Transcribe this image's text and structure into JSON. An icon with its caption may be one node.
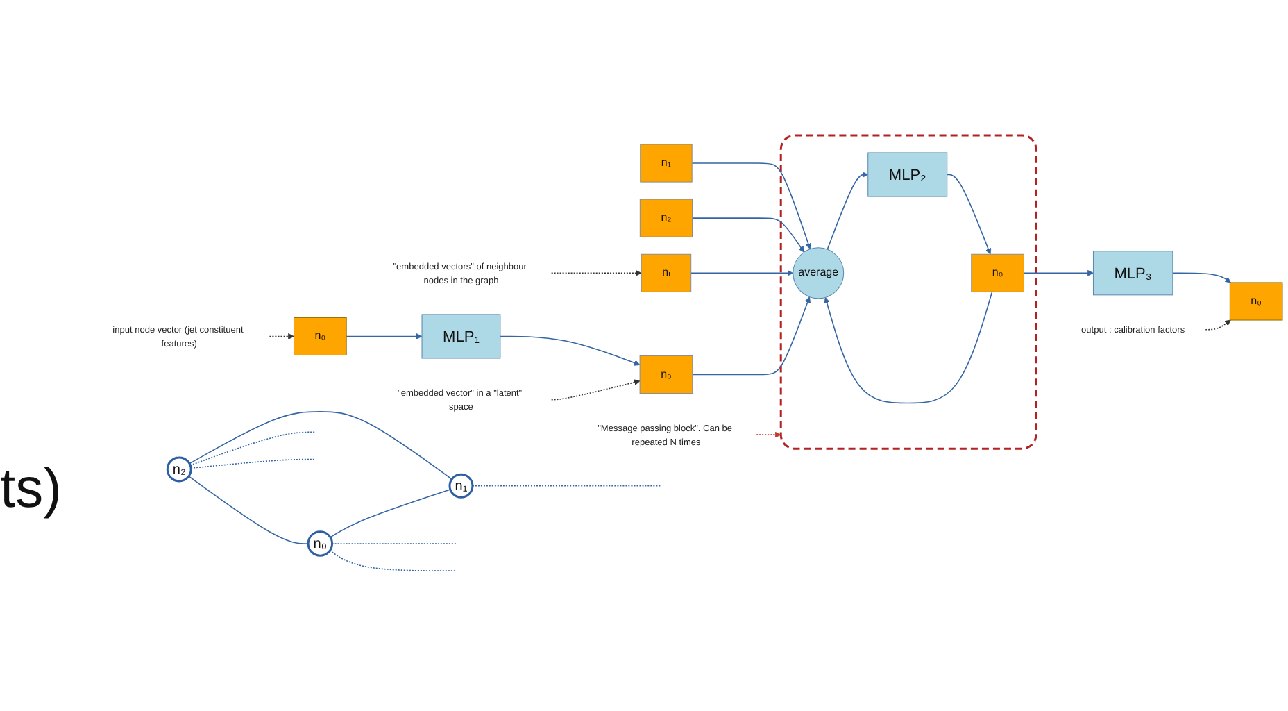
{
  "diagram": {
    "nodes": [
      {
        "text": [
          "n₂"
        ]
      },
      {
        "text": [
          "n₀"
        ]
      },
      {
        "text": [
          "n₁"
        ]
      },
      {
        "text": [
          "n₁"
        ]
      },
      {
        "text": [
          "n₂"
        ]
      },
      {
        "text": [
          "nᵢ"
        ]
      },
      {
        "text": [
          "\"embedded vectors\" of neighbour nodes in the graph"
        ]
      },
      {
        "text": [
          "n₀"
        ]
      },
      {
        "text": [
          "input node vector (jet constituent features)"
        ]
      },
      {
        "text": [
          "MLP₁"
        ]
      },
      {
        "text": [
          "n₀"
        ]
      },
      {
        "text": [
          "\"embedded vector\" in a \"latent\" space"
        ]
      },
      {
        "text": [],
        "shape": "box"
      },
      {
        "text": [
          "average"
        ],
        "in": 12
      },
      {
        "text": [
          "MLP₂"
        ],
        "in": 12
      },
      {
        "text": [
          "n₀"
        ],
        "in": 12
      },
      {
        "text": [
          "\"Message passing block\". Can be repeated N times"
        ]
      },
      {
        "text": [
          "MLP₃"
        ]
      },
      {
        "text": [
          "n₀"
        ]
      },
      {
        "text": [
          "output : calibration factors"
        ]
      }
    ],
    "edges": [
      {
        "from": 0,
        "to": 2,
        "arrow": "none"
      },
      {
        "from": 0,
        "to": 1,
        "arrow": "none"
      },
      {
        "from": 1,
        "to": 2,
        "arrow": "none"
      },
      {
        "from": 0,
        "to": null,
        "arrow": "none",
        "style": "dashed"
      },
      {
        "from": 0,
        "to": null,
        "arrow": "none",
        "style": "dashed"
      },
      {
        "from": 1,
        "to": null,
        "arrow": "none",
        "style": "dashed"
      },
      {
        "from": 1,
        "to": null,
        "arrow": "none",
        "style": "dashed"
      },
      {
        "from": 2,
        "to": null,
        "arrow": "none",
        "style": "dashed"
      },
      {
        "from": 3,
        "to": 13,
        "arrow": "to"
      },
      {
        "from": 4,
        "to": 13,
        "arrow": "to"
      },
      {
        "from": 5,
        "to": 13,
        "arrow": "to"
      },
      {
        "from": 6,
        "to": 5,
        "arrow": "to",
        "style": "dashed",
        "color": "#333333"
      },
      {
        "from": 7,
        "to": 9,
        "arrow": "to"
      },
      {
        "from": 8,
        "to": 7,
        "arrow": "to",
        "style": "dashed",
        "color": "#333333"
      },
      {
        "from": 9,
        "to": 10,
        "arrow": "to"
      },
      {
        "from": 11,
        "to": 10,
        "arrow": "to",
        "style": "dashed",
        "color": "#333333"
      },
      {
        "from": 10,
        "to": 13,
        "arrow": "to"
      },
      {
        "from": 13,
        "to": 14,
        "arrow": "to"
      },
      {
        "from": 14,
        "to": 15,
        "arrow": "to"
      },
      {
        "from": 15,
        "to": 13,
        "arrow": "to"
      },
      {
        "from": 16,
        "to": 12,
        "arrow": "to",
        "style": "dashed",
        "color": "#c0392b"
      },
      {
        "from": 15,
        "to": 17,
        "arrow": "to"
      },
      {
        "from": 17,
        "to": 18,
        "arrow": "to"
      },
      {
        "from": 19,
        "to": 18,
        "arrow": "to",
        "style": "dashed",
        "color": "#333333"
      }
    ],
    "labels": [
      "ts)"
    ]
  }
}
